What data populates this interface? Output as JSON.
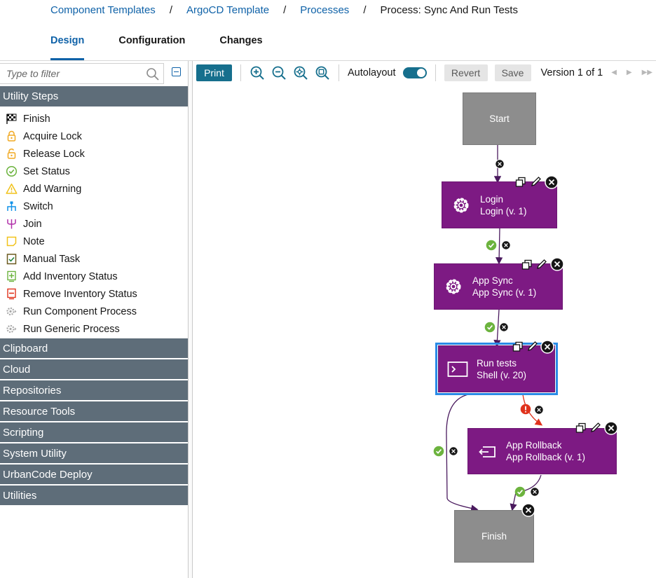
{
  "breadcrumb": {
    "items": [
      "Component Templates",
      "ArgoCD Template",
      "Processes"
    ],
    "separator": "/",
    "current": "Process: Sync And Run Tests"
  },
  "tabs": [
    "Design",
    "Configuration",
    "Changes"
  ],
  "active_tab": "Design",
  "sidebar": {
    "filter_placeholder": "Type to filter",
    "utility_header": "Utility Steps",
    "steps": [
      {
        "label": "Finish",
        "icon": "checkered-flag-icon"
      },
      {
        "label": "Acquire Lock",
        "icon": "lock-icon"
      },
      {
        "label": "Release Lock",
        "icon": "unlock-icon"
      },
      {
        "label": "Set Status",
        "icon": "check-circle-icon"
      },
      {
        "label": "Add Warning",
        "icon": "warning-icon"
      },
      {
        "label": "Switch",
        "icon": "switch-icon"
      },
      {
        "label": "Join",
        "icon": "join-icon"
      },
      {
        "label": "Note",
        "icon": "note-icon"
      },
      {
        "label": "Manual Task",
        "icon": "manual-task-icon"
      },
      {
        "label": "Add Inventory Status",
        "icon": "add-inventory-icon"
      },
      {
        "label": "Remove Inventory Status",
        "icon": "remove-inventory-icon"
      },
      {
        "label": "Run Component Process",
        "icon": "run-process-icon"
      },
      {
        "label": "Run Generic Process",
        "icon": "run-process-icon"
      }
    ],
    "categories": [
      "Clipboard",
      "Cloud",
      "Repositories",
      "Resource Tools",
      "Scripting",
      "System Utility",
      "UrbanCode Deploy",
      "Utilities"
    ]
  },
  "toolbar": {
    "print_label": "Print",
    "autolayout_label": "Autolayout",
    "autolayout_on": true,
    "revert_label": "Revert",
    "save_label": "Save",
    "version_text": "Version 1 of 1"
  },
  "process": {
    "start_label": "Start",
    "finish_label": "Finish",
    "steps": [
      {
        "title": "Login",
        "subtitle": "Login (v. 1)",
        "icon": "gear-icon"
      },
      {
        "title": "App Sync",
        "subtitle": "App Sync (v. 1)",
        "icon": "gear-icon"
      },
      {
        "title": "Run tests",
        "subtitle": "Shell (v. 20)",
        "icon": "terminal-icon"
      },
      {
        "title": "App Rollback",
        "subtitle": "App Rollback (v. 1)",
        "icon": "rollback-icon"
      }
    ]
  },
  "colors": {
    "link": "#0f62a8",
    "category_bg": "#5e6d79",
    "step_node": "#7d1a83",
    "start_finish_node": "#8d8d8d",
    "primary_button": "#166f8d",
    "selection_outline": "#2a8be6",
    "success": "#6cb33e",
    "failure": "#e0321c"
  }
}
